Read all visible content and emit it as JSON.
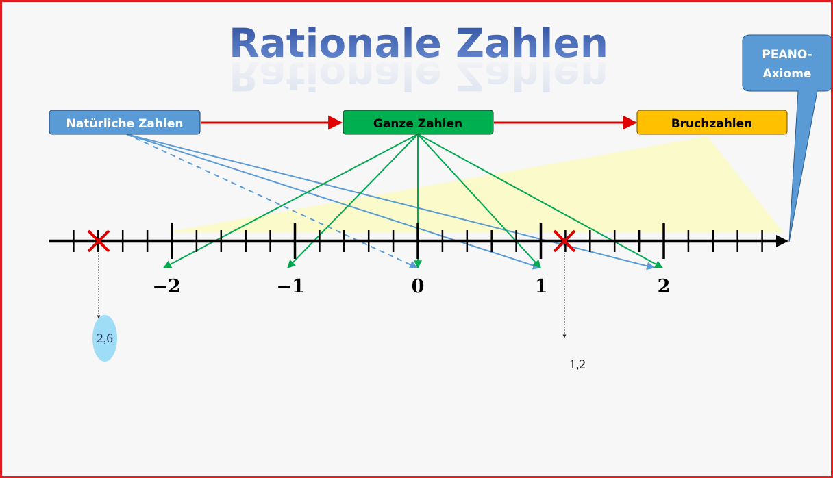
{
  "title": "Rationale Zahlen",
  "boxes": {
    "natuerlich": "Natürliche Zahlen",
    "ganz": "Ganze Zahlen",
    "bruch": "Bruchzahlen"
  },
  "callout": {
    "line1": "PEANO-",
    "line2": "Axiome"
  },
  "number_line": {
    "labels": [
      "−2",
      "−1",
      "0",
      "1",
      "2"
    ],
    "marked_values": [
      {
        "label": "2,6",
        "style": "bubble"
      },
      {
        "label": "1,2",
        "style": "plain"
      }
    ]
  },
  "colors": {
    "title": "#3a5fb0",
    "natuerlich_fill": "#5b9bd5",
    "ganz_fill": "#00b050",
    "bruch_fill": "#ffc000",
    "callout_fill": "#5b9bd5",
    "arrow_red": "#e00000",
    "arrow_blue": "#5b9bd5",
    "arrow_green": "#00a84f",
    "cross": "#e00000",
    "bubble": "#9fdcf5",
    "highlight": "#fafac8"
  }
}
